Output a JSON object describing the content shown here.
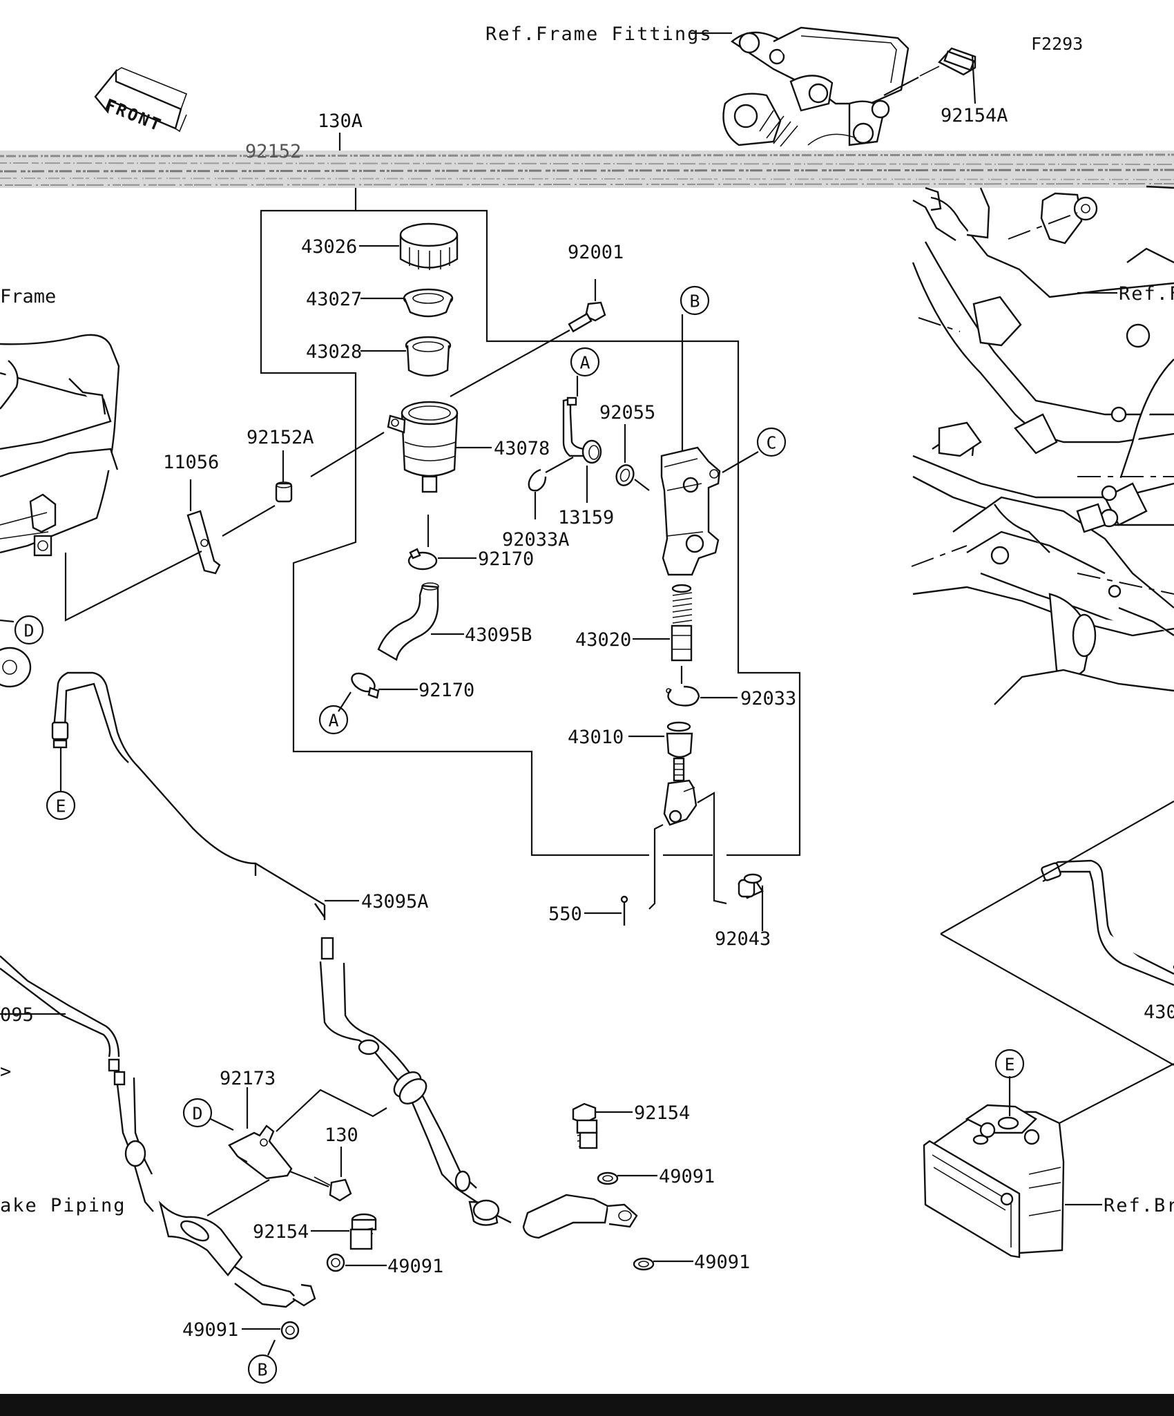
{
  "figure_id": "F2293",
  "front_label": "FRONT",
  "refs": {
    "frame_fittings": "Ref.Frame Fittings",
    "frame_left": "Frame",
    "frame_right": "Ref.F",
    "brake_piping_left": "ake Piping",
    "brake_right": "Ref.Br"
  },
  "parts": {
    "p130A": "130A",
    "p92152": "92152",
    "p92154A": "92154A",
    "p43026": "43026",
    "p43027": "43027",
    "p43028": "43028",
    "p92001": "92001",
    "p43078": "43078",
    "p92152A": "92152A",
    "p11056": "11056",
    "p92055": "92055",
    "p13159": "13159",
    "p92033A": "92033A",
    "p92170a": "92170",
    "p43095B": "43095B",
    "p92170b": "92170",
    "p43020": "43020",
    "p92033": "92033",
    "p43010": "43010",
    "p550": "550",
    "p92043": "92043",
    "p43095A": "43095A",
    "p095": "095",
    "p92173": "92173",
    "p130": "130",
    "p92154a": "92154",
    "p49091a": "49091",
    "p92154b": "92154",
    "p49091b": "49091",
    "p49091c": "49091",
    "p49091d": "49091",
    "p430": "430"
  },
  "callouts": {
    "A1": "A",
    "A2": "A",
    "B1": "B",
    "B2": "B",
    "C1": "C",
    "D1": "D",
    "D2": "D",
    "E1": "E",
    "E2": "E"
  }
}
